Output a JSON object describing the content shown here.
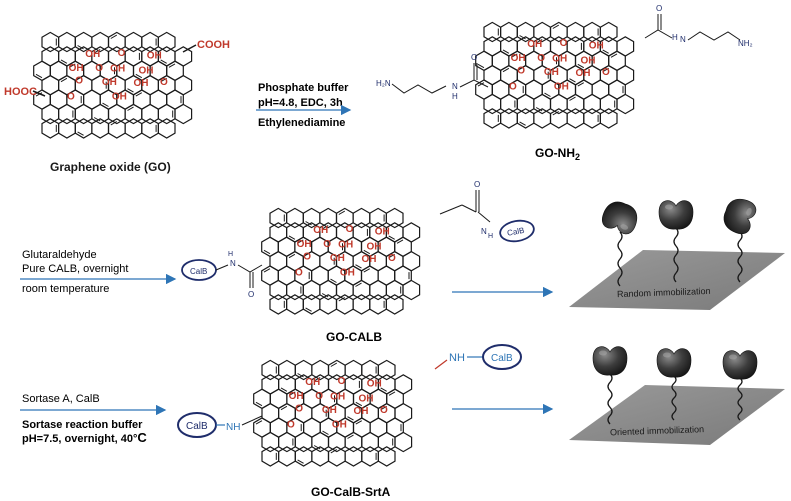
{
  "colors": {
    "bond": "#1a1a1a",
    "red": "#c0392b",
    "blue": "#2e75b6",
    "navy": "#1f2d6b",
    "surface": "#8c8c8c",
    "enzyme": "#2b2b2b"
  },
  "row1": {
    "go_label": "Graphene oxide (GO)",
    "cooh_top": "COOH",
    "cooh_left": "HOOC",
    "cond1": "Phosphate buffer",
    "cond2": "pH=4.8, EDC, 3h",
    "cond3": "Ethylenediamine",
    "amine_left_h2n": "H₂N",
    "amine_left_n": "N",
    "amine_left_h": "H",
    "amine_right_h": "H",
    "amine_right_n": "N",
    "amine_right_nh2": "NH₂",
    "o_left": "O",
    "o_right": "O",
    "product_prefix": "GO-NH",
    "product_sub": "2"
  },
  "groups": {
    "oh": "OH",
    "o": "O"
  },
  "row2": {
    "cond1": "Glutaraldehyde",
    "cond2": "Pure CALB, overnight",
    "cond3": "room temperature",
    "calb_left": "CalB",
    "calb_right": "CalB",
    "h_left": "H",
    "n_left": "N",
    "o_left": "O",
    "o_right": "O",
    "n_right": "N",
    "h_right": "H",
    "product": "GO-CALB",
    "surface_label": "Random immobilization"
  },
  "row3": {
    "cond1": "Sortase A, CalB",
    "cond2": "Sortase reaction buffer",
    "cond3_prefix": "pH=7.5, overnight, 40°",
    "cond3_suffix": "C",
    "calb_left": "CalB",
    "nh_left": "NH",
    "nh_right": "NH",
    "calb_right": "CalB",
    "product": "GO-CalB-SrtA",
    "surface_label": "Oriented immobilization"
  }
}
